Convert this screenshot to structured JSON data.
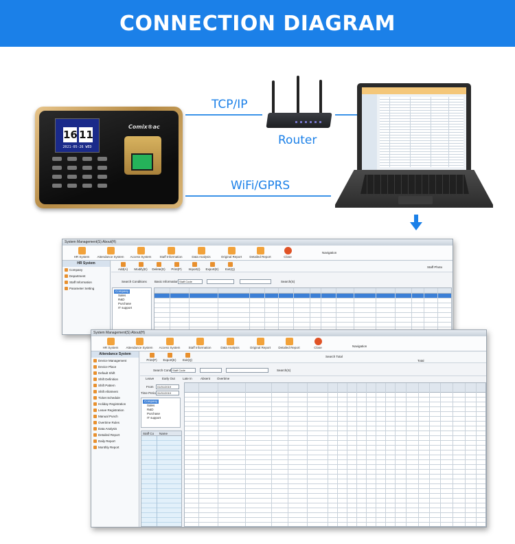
{
  "header": {
    "title": "CONNECTION DIAGRAM",
    "bg": "#1b80e8"
  },
  "connections": {
    "tcp": "TCP/IP",
    "wifi": "WiFi/GPRS"
  },
  "router": {
    "label": "Router"
  },
  "terminal": {
    "brand": "Comix®ac",
    "hour": "16",
    "minute": "11",
    "date": "2021-05-26  WED"
  },
  "hr_window": {
    "title": "System Management(S)     About(H)",
    "menu": [
      "HR System",
      "Attendance System",
      "Access System",
      "Staff Information",
      "Data Analysis",
      "Original Report",
      "Detailed Report",
      "Close"
    ],
    "navigation": "Navigation",
    "side_title": "HR System",
    "side_items": [
      "Company",
      "Department",
      "Staff Information",
      "Parameter Setting"
    ],
    "tools": [
      "Add(A)",
      "Modify(E)",
      "Delete(D)",
      "Print(P)",
      "Import(I)",
      "Export(E)",
      "Exit(Q)"
    ],
    "staff_photo": "Staff Photo",
    "search_label": "Search Conditions",
    "basic_info_label": "Basic Information",
    "field": "Staff Code",
    "search_btn": "Search(S)",
    "tree": [
      "Company",
      "Sales",
      "R&D",
      "Purchase",
      "IT support"
    ]
  },
  "att_window": {
    "title": "System Management(S)     About(H)",
    "menu": [
      "HR System",
      "Attendance System",
      "Access System",
      "Staff Information",
      "Data Analysis",
      "Original Report",
      "Detailed Report",
      "Close"
    ],
    "navigation": "Navigation",
    "side_title": "Attendance System",
    "side_items": [
      "Device Management",
      "Device Place",
      "Default Shift",
      "Shift Definition",
      "Shift Pattern",
      "Shift Allotment",
      "Ticket Schedule",
      "Holiday Registration",
      "Leave Registration",
      "Manual Punch",
      "Overtime Rules",
      "Data Analysis",
      "Detailed Report",
      "Daily Report",
      "Monthly Report"
    ],
    "tools": [
      "Print(P)",
      "Export(E)",
      "Exit(Q)"
    ],
    "search_total": "Search Total",
    "total": "Total",
    "search_label": "Search Conditions",
    "field": "Staff Code",
    "search_btn": "Search(S)",
    "filters": [
      "Leave",
      "Early Out",
      "Late In",
      "Absent",
      "Overtime"
    ],
    "from_label": "From",
    "from_date": "01/01/2019",
    "to_label": "Time Period",
    "to_date": "31/01/2019",
    "tree": [
      "Company",
      "Sales",
      "R&D",
      "Purchase",
      "IT support"
    ],
    "list_hdr": [
      "Staff Co",
      "Name"
    ]
  }
}
